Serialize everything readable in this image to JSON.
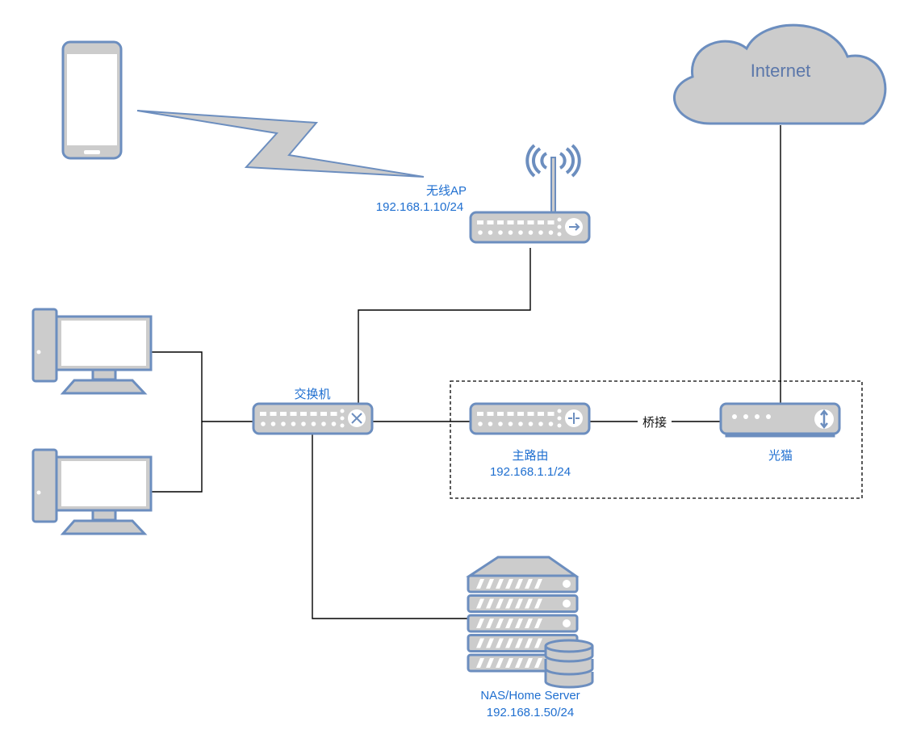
{
  "colors": {
    "device_fill": "#cccccc",
    "device_stroke": "#6c8ebf",
    "label_text": "#1f6fd0",
    "cloud_text": "#5b77aa"
  },
  "internet": {
    "label": "Internet",
    "icon": "cloud-icon"
  },
  "wireless_ap": {
    "name": "无线AP",
    "ip": "192.168.1.10/24",
    "icon": "wireless-router-icon"
  },
  "switch": {
    "name": "交换机",
    "icon": "switch-icon"
  },
  "main_router": {
    "name": "主路由",
    "ip": "192.168.1.1/24",
    "icon": "router-icon"
  },
  "modem": {
    "name": "光猫",
    "icon": "modem-icon"
  },
  "bridge_link": {
    "label": "桥接"
  },
  "nas": {
    "name": "NAS/Home Server",
    "ip": "192.168.1.50/24",
    "icon": "server-icon"
  },
  "clients": [
    {
      "icon": "desktop-pc-icon"
    },
    {
      "icon": "desktop-pc-icon"
    },
    {
      "icon": "mobile-phone-icon"
    }
  ]
}
